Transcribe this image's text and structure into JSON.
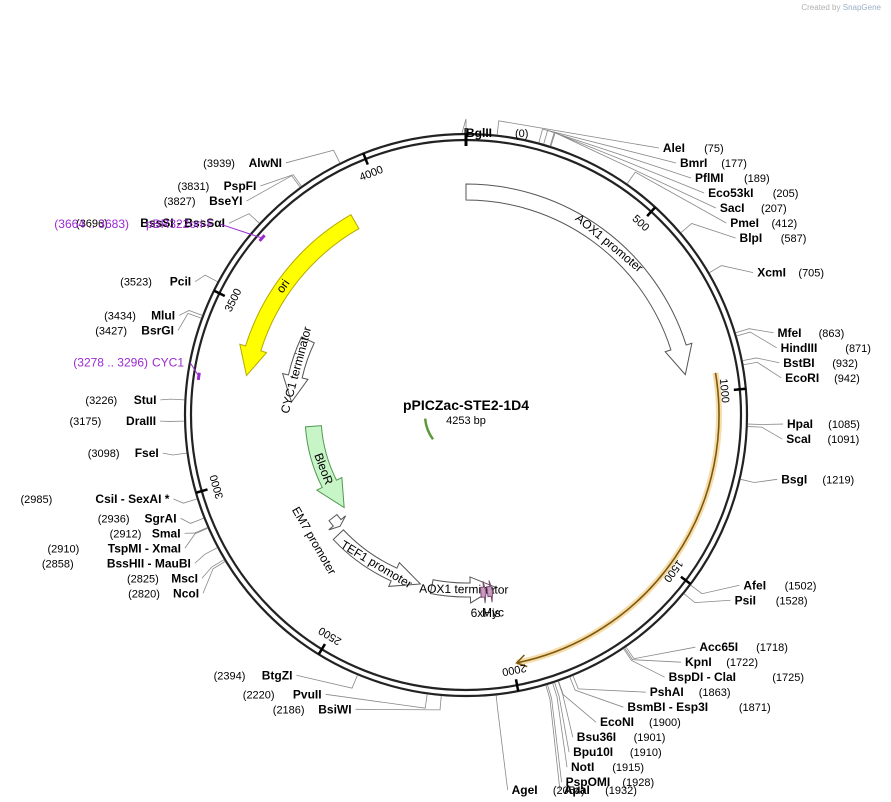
{
  "watermark": {
    "prefix": "Created by",
    "brand": "SnapGene"
  },
  "plasmid": {
    "name": "pPICZac-STE2-1D4",
    "length_label": "4253 bp",
    "length": 4253
  },
  "ticks": [
    {
      "pos": 500,
      "label": "500"
    },
    {
      "pos": 1000,
      "label": "1000"
    },
    {
      "pos": 1500,
      "label": "1500"
    },
    {
      "pos": 2000,
      "label": "2000"
    },
    {
      "pos": 2500,
      "label": "2500"
    },
    {
      "pos": 3000,
      "label": "3000"
    },
    {
      "pos": 3500,
      "label": "3500"
    },
    {
      "pos": 4000,
      "label": "4000"
    }
  ],
  "sites_right": [
    {
      "name": "BglII",
      "pos_label": "(0)",
      "pos": 0
    },
    {
      "name": "AleI",
      "pos_label": "(75)",
      "pos": 75
    },
    {
      "name": "BmrI",
      "pos_label": "(177)",
      "pos": 177
    },
    {
      "name": "PflMI",
      "pos_label": "(189)",
      "pos": 189
    },
    {
      "name": "Eco53kI",
      "pos_label": "(205)",
      "pos": 205
    },
    {
      "name": "SacI",
      "pos_label": "(207)",
      "pos": 207
    },
    {
      "name": "PmeI",
      "pos_label": "(412)",
      "pos": 412
    },
    {
      "name": "BlpI",
      "pos_label": "(587)",
      "pos": 587
    },
    {
      "name": "XcmI",
      "pos_label": "(705)",
      "pos": 705
    },
    {
      "name": "MfeI",
      "pos_label": "(863)",
      "pos": 863
    },
    {
      "name": "HindIII",
      "pos_label": "(871)",
      "pos": 871
    },
    {
      "name": "BstBI",
      "pos_label": "(932)",
      "pos": 932
    },
    {
      "name": "EcoRI",
      "pos_label": "(942)",
      "pos": 942
    },
    {
      "name": "HpaI",
      "pos_label": "(1085)",
      "pos": 1085
    },
    {
      "name": "ScaI",
      "pos_label": "(1091)",
      "pos": 1091
    },
    {
      "name": "BsgI",
      "pos_label": "(1219)",
      "pos": 1219
    },
    {
      "name": "AfeI",
      "pos_label": "(1502)",
      "pos": 1502
    },
    {
      "name": "PsiI",
      "pos_label": "(1528)",
      "pos": 1528
    },
    {
      "name": "Acc65I",
      "pos_label": "(1718)",
      "pos": 1718
    },
    {
      "name": "KpnI",
      "pos_label": "(1722)",
      "pos": 1722
    },
    {
      "name": "BspDI - ClaI",
      "pos_label": "(1725)",
      "pos": 1725
    },
    {
      "name": "PshAI",
      "pos_label": "(1863)",
      "pos": 1863
    },
    {
      "name": "BsmBI - Esp3I",
      "pos_label": "(1871)",
      "pos": 1871
    },
    {
      "name": "EcoNI",
      "pos_label": "(1900)",
      "pos": 1900
    },
    {
      "name": "Bsu36I",
      "pos_label": "(1901)",
      "pos": 1901
    },
    {
      "name": "Bpu10I",
      "pos_label": "(1910)",
      "pos": 1910
    },
    {
      "name": "NotI",
      "pos_label": "(1915)",
      "pos": 1915
    },
    {
      "name": "PspOMI",
      "pos_label": "(1928)",
      "pos": 1928
    },
    {
      "name": "ApaI",
      "pos_label": "(1932)",
      "pos": 1932
    },
    {
      "name": "AgeI",
      "pos_label": "(2054)",
      "pos": 2054
    }
  ],
  "sites_left": [
    {
      "name": "BsiWI",
      "pos_label": "(2186)",
      "pos": 2186
    },
    {
      "name": "PvuII",
      "pos_label": "(2220)",
      "pos": 2220
    },
    {
      "name": "BtgZI",
      "pos_label": "(2394)",
      "pos": 2394
    },
    {
      "name": "NcoI",
      "pos_label": "(2820)",
      "pos": 2820
    },
    {
      "name": "MscI",
      "pos_label": "(2825)",
      "pos": 2825
    },
    {
      "name": "BssHII - MauBI",
      "pos_label": "(2858)",
      "pos": 2858
    },
    {
      "name": "TspMI - XmaI",
      "pos_label": "(2910)",
      "pos": 2910
    },
    {
      "name": "SmaI",
      "pos_label": "(2912)",
      "pos": 2912
    },
    {
      "name": "SgrAI",
      "pos_label": "(2936)",
      "pos": 2936
    },
    {
      "name": "CsiI - SexAI *",
      "pos_label": "(2985)",
      "pos": 2985
    },
    {
      "name": "FseI",
      "pos_label": "(3098)",
      "pos": 3098
    },
    {
      "name": "DraIII",
      "pos_label": "(3175)",
      "pos": 3175
    },
    {
      "name": "StuI",
      "pos_label": "(3226)",
      "pos": 3226
    },
    {
      "name": "BsrGI",
      "pos_label": "(3427)",
      "pos": 3427
    },
    {
      "name": "MluI",
      "pos_label": "(3434)",
      "pos": 3434
    },
    {
      "name": "PciI",
      "pos_label": "(3523)",
      "pos": 3523
    },
    {
      "name": "BssSI - BssSαI",
      "pos_label": "(3696)",
      "pos": 3696
    },
    {
      "name": "BseYI",
      "pos_label": "(3827)",
      "pos": 3827
    },
    {
      "name": "PspFI",
      "pos_label": "(3831)",
      "pos": 3831
    },
    {
      "name": "AlwNI",
      "pos_label": "(3939)",
      "pos": 3939
    }
  ],
  "primers": [
    {
      "name": "pBR322ori-F",
      "range_label": "(3664 .. 3683)",
      "start": 3664,
      "end": 3683
    },
    {
      "name": "CYC1",
      "range_label": "(3278 .. 3296)",
      "start": 3278,
      "end": 3296
    }
  ],
  "features": [
    {
      "name": "AOX1 promoter",
      "start": 0,
      "end": 940,
      "ring": "outer",
      "fill": "#ffffff",
      "stroke": "#555555",
      "dir": "cw"
    },
    {
      "name": "ori",
      "start": 3310,
      "end": 3900,
      "ring": "outer",
      "fill": "#ffff00",
      "stroke": "#b5a800",
      "dir": "ccw"
    },
    {
      "name": "CYC1 terminator",
      "start": 3240,
      "end": 3490,
      "ring": "inner",
      "fill": "#ffffff",
      "stroke": "#555555",
      "dir": "ccw"
    },
    {
      "name": "BleoR",
      "start": 2750,
      "end": 3140,
      "ring": "inner2",
      "fill": "#c8f5c8",
      "stroke": "#4e9a4e",
      "dir": "ccw"
    },
    {
      "name": "EM7 promoter",
      "start": 2700,
      "end": 2745,
      "ring": "inner3",
      "fill": "#ffffff",
      "stroke": "#555555",
      "dir": "ccw"
    },
    {
      "name": "TEF1 promoter",
      "start": 2305,
      "end": 2680,
      "ring": "inner",
      "fill": "#ffffff",
      "stroke": "#555555",
      "dir": "ccw"
    },
    {
      "name": "AOX1 terminator",
      "start": 2010,
      "end": 2260,
      "ring": "inner",
      "fill": "#ffffff",
      "stroke": "#555555",
      "dir": "ccw"
    },
    {
      "name": "6xHis",
      "start": 2050,
      "end": 2070,
      "ring": "tag",
      "fill": "#c999bf",
      "stroke": "#7a4a6f",
      "dir": "ccw"
    },
    {
      "name": "Myc",
      "start": 2025,
      "end": 2045,
      "ring": "tag",
      "fill": "#c999bf",
      "stroke": "#7a4a6f",
      "dir": "ccw"
    }
  ],
  "orf": {
    "start": 950,
    "end": 1990,
    "color": "#f0c060"
  },
  "bleo_orf": {
    "start": 2760,
    "end": 3130,
    "color": "#5a9a3a"
  }
}
